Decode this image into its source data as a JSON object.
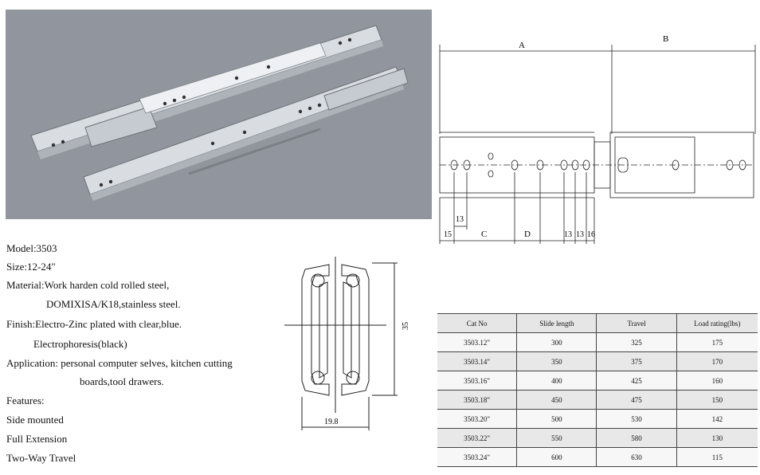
{
  "spec": {
    "model": "Model:3503",
    "size": "Size:12-24\"",
    "material_1": "Material:Work harden cold rolled steel,",
    "material_2": "DOMIXISA/K18,stainless steel.",
    "finish_1": "Finish:Electro-Zinc plated with clear,blue.",
    "finish_2": "Electrophoresis(black)",
    "application_1": "Application: personal computer selves,    kitchen cutting",
    "application_2": "boards,tool drawers.",
    "features_heading": "Features:",
    "features": [
      "Side mounted",
      "Full Extension",
      "Two-Way Travel"
    ]
  },
  "drawing": {
    "label_a": "A",
    "label_b": "B",
    "label_c": "C",
    "label_d": "D",
    "dim_15": "15",
    "dim_13_top": "13",
    "dim_13_a": "13",
    "dim_13_b": "13",
    "dim_16": "16"
  },
  "profile": {
    "height_dim": "35",
    "width_dim": "19.8"
  },
  "table": {
    "headers": [
      "Cat No",
      "Slide length",
      "Travel",
      "Load rating(lbs)"
    ],
    "rows": [
      [
        "3503.12\"",
        "300",
        "325",
        "175"
      ],
      [
        "3503.14\"",
        "350",
        "375",
        "170"
      ],
      [
        "3503.16\"",
        "400",
        "425",
        "160"
      ],
      [
        "3503.18\"",
        "450",
        "475",
        "150"
      ],
      [
        "3503.20\"",
        "500",
        "530",
        "142"
      ],
      [
        "3503.22\"",
        "550",
        "580",
        "130"
      ],
      [
        "3503.24\"",
        "600",
        "630",
        "115"
      ]
    ]
  }
}
